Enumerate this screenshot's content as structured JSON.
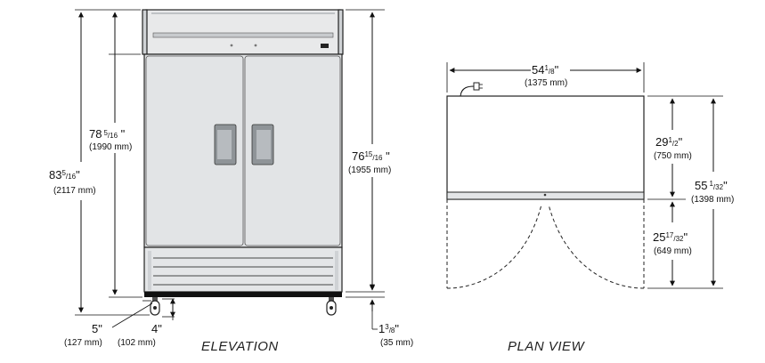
{
  "captions": {
    "elevation": "ELEVATION",
    "plan": "PLAN VIEW"
  },
  "dims": {
    "overall_height": {
      "whole": "83",
      "frac_num": "5",
      "frac_den": "16",
      "inch": "\"",
      "mm": "(2117 mm)"
    },
    "cabinet_height": {
      "whole": "78",
      "frac_num": "5",
      "frac_den": "16",
      "inch": " \"",
      "mm": "(1990 mm)"
    },
    "door_height": {
      "whole": "76",
      "frac_num": "15",
      "frac_den": "16",
      "inch": " \"",
      "mm": "(1955 mm)"
    },
    "caster_height": {
      "text": "5\"",
      "mm": "(127 mm)"
    },
    "caster_wheel": {
      "text": "4\"",
      "mm": "(102 mm)"
    },
    "floor_gap": {
      "whole": "1",
      "frac_num": "3",
      "frac_den": "8",
      "inch": "\"",
      "mm": "(35 mm)"
    },
    "width": {
      "whole": "54",
      "frac_num": "1",
      "frac_den": "8",
      "inch": "\"",
      "mm": "(1375 mm)"
    },
    "depth": {
      "whole": "29",
      "frac_num": "1",
      "frac_den": "2",
      "inch": "\"",
      "mm": "(750 mm)"
    },
    "door_swing": {
      "whole": "25",
      "frac_num": "17",
      "frac_den": "32",
      "inch": "\"",
      "mm": "(649 mm)"
    },
    "total_depth": {
      "whole": "55",
      "frac_num": "1",
      "frac_den": "32",
      "inch": "\"",
      "mm": "(1398 mm)"
    }
  },
  "colors": {
    "cabinet": "#dfe1e3",
    "header": "#e8e9ea",
    "handle": "#8f9498",
    "base": "#111111",
    "line": "#111111"
  }
}
